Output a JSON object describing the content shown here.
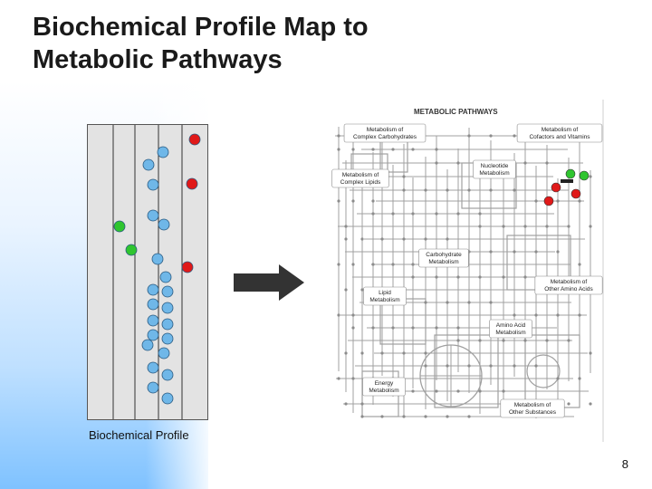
{
  "slide": {
    "title_line1": "Biochemical Profile Map to",
    "title_line2": "Metabolic Pathways",
    "profile_caption": "Biochemical Profile",
    "page_number": "8"
  },
  "map": {
    "title": "METABOLIC PATHWAYS",
    "labels": [
      {
        "id": "complex-carbohydrates",
        "line1": "Metabolism of",
        "line2": "Complex Carbohydrates"
      },
      {
        "id": "cofactors-vitamins",
        "line1": "Metabolism of",
        "line2": "Cofactors and Vitamins"
      },
      {
        "id": "nucleotide",
        "line1": "Nucleotide",
        "line2": "Metabolism"
      },
      {
        "id": "complex-lipids",
        "line1": "Metabolism of",
        "line2": "Complex Lipids"
      },
      {
        "id": "carbohydrate",
        "line1": "Carbohydrate",
        "line2": "Metabolism"
      },
      {
        "id": "other-amino-acids",
        "line1": "Metabolism of",
        "line2": "Other Amino Acids"
      },
      {
        "id": "lipid",
        "line1": "Lipid",
        "line2": "Metabolism"
      },
      {
        "id": "amino-acid",
        "line1": "Amino Acid",
        "line2": "Metabolism"
      },
      {
        "id": "energy",
        "line1": "Energy",
        "line2": "Metabolism"
      },
      {
        "id": "other-substances",
        "line1": "Metabolism of",
        "line2": "Other Substances"
      }
    ]
  },
  "colors": {
    "blue": "#6fb7e8",
    "green": "#2fc52f",
    "red": "#e01919",
    "arrow": "#333333",
    "pathway_line": "#a0a0a0"
  }
}
